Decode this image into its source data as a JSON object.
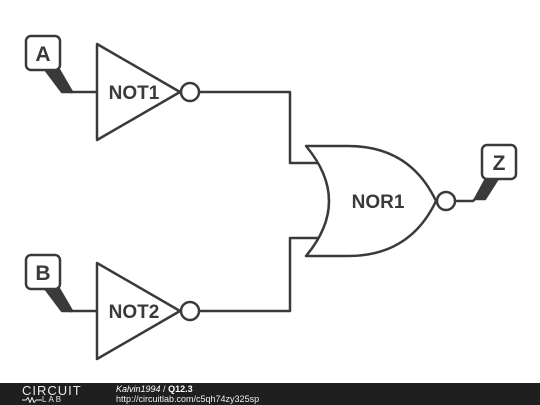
{
  "diagram": {
    "inputs": [
      {
        "label": "A"
      },
      {
        "label": "B"
      }
    ],
    "output": {
      "label": "Z"
    },
    "gates": [
      {
        "id": "NOT1",
        "type": "NOT"
      },
      {
        "id": "NOT2",
        "type": "NOT"
      },
      {
        "id": "NOR1",
        "type": "NOR"
      }
    ],
    "connections": [
      {
        "from": "A",
        "to": "NOT1"
      },
      {
        "from": "B",
        "to": "NOT2"
      },
      {
        "from": "NOT1",
        "to": "NOR1"
      },
      {
        "from": "NOT2",
        "to": "NOR1"
      },
      {
        "from": "NOR1",
        "to": "Z"
      }
    ]
  },
  "footer": {
    "logo_top": "CIRCUIT",
    "logo_bottom": "LAB",
    "author": "Kalvin1994",
    "separator": " / ",
    "project": "Q12.3",
    "url": "http://circuitlab.com/c5qh74zy325sp"
  },
  "colors": {
    "stroke": "#3a3a3a",
    "footer_bg": "#1f1f1f"
  }
}
